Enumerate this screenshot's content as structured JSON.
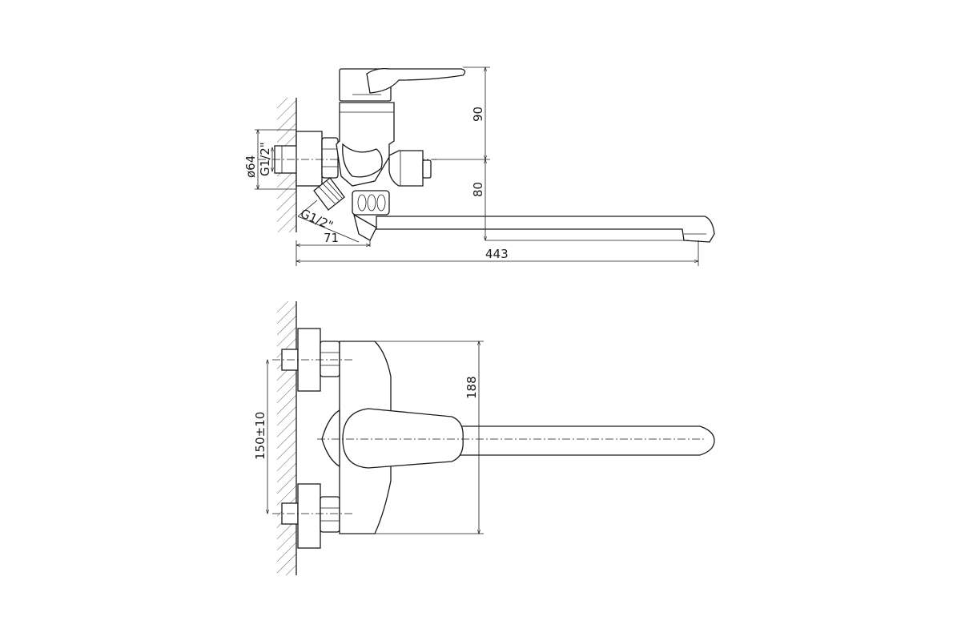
{
  "drawing": {
    "side_view": {
      "dimensions": {
        "body_diameter": "ø64",
        "thread_wall": "G1/2\"",
        "thread_angled": "G1/2\"",
        "wall_offset": "71",
        "total_reach": "443",
        "height_upper": "90",
        "height_lower": "80"
      }
    },
    "front_view": {
      "dimensions": {
        "center_distance": "150±10",
        "body_height": "188"
      }
    }
  }
}
